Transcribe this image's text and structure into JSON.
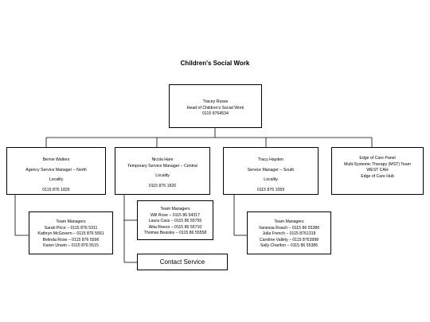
{
  "title": "Children's Social Work",
  "top": {
    "name": "Tracey Russe",
    "role": "Head of Children's Social Work",
    "phone": "0115 8764534"
  },
  "units": [
    {
      "name": "Bernie Walters",
      "role": "Agency Service Manager – North",
      "locality": "Locality",
      "phone": "0115 876 1826",
      "team_heading": "Team Managers",
      "team": [
        "Sarah Price – 0115 876 5311",
        "Kathryn McGovern – 0115 876 5561",
        "Belinda Rose – 0115 876 5596",
        "Karen Unwin – 0115 876 5515"
      ]
    },
    {
      "name": "Nicola Hare",
      "role": "Temporary Service Manager – Central",
      "locality": "Locality",
      "phone": "0115 876 1826",
      "team_heading": "Team Managers",
      "team": [
        "Will Rose – 0115 86 54317",
        "Laura Cass – 0115 86 55755",
        "Alita Reece – 0115 86 55710",
        "Thomas Beasley – 0115 86 55558"
      ]
    },
    {
      "name": "Tracy Hayden",
      "role": "Service Manager – South",
      "locality": "Locality",
      "phone": "0115 876 1059",
      "team_heading": "Team Managers",
      "team": [
        "Vanessa Roach – 0115 86 55386",
        "Julia French – 0115 8761318",
        "Caroline Vallely – 0115 8763998",
        "Sally Charlton – 0115 86 55385"
      ]
    },
    {
      "name": "Edge of Care Panel",
      "role": "Multi-Systemic Therapy (MST) Team",
      "extra1": "WEST CAH",
      "extra2": "Edge of Care Hub"
    }
  ],
  "contact_service": "Contact Service"
}
